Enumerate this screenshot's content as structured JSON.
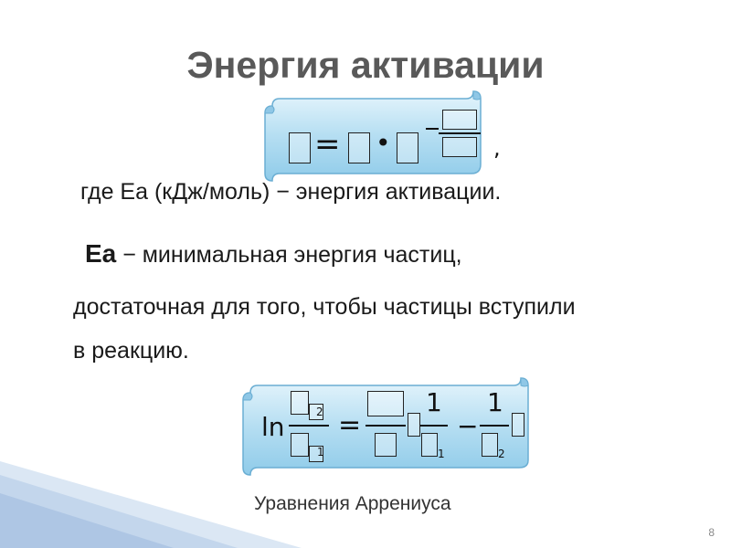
{
  "slide": {
    "title": "Энергия активации",
    "formula1": {
      "equals": "=",
      "dot": "•",
      "comma": ","
    },
    "line1": "где Еа (кДж/моль) − энергия активации.",
    "line2_bold": "Еа",
    "line2_rest": " − минимальная энергия частиц,",
    "line3": "достаточная для того, чтобы частицы вступили",
    "line4": "в реакцию.",
    "formula2": {
      "ln": "ln",
      "equals": "=",
      "minus": "−",
      "one_a": "1",
      "one_b": "1",
      "sub2": "2",
      "sub1": "1",
      "sub2b": "2",
      "sub1b": "1"
    },
    "caption": "Уравнения Аррениуса",
    "page_number": "8"
  },
  "colors": {
    "title": "#595959",
    "scroll_fill": "#b9e0f1",
    "scroll_edge": "#4f9fc8",
    "corner_triangle": "#c7d9ee"
  }
}
